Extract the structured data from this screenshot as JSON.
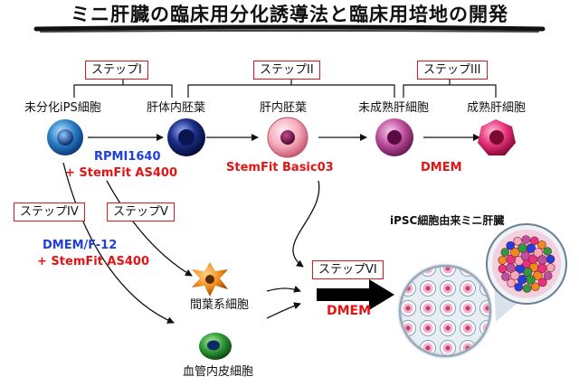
{
  "title": "ミニ肝臓の臨床用分化誘導法と臨床用培地の開発",
  "steps": {
    "step1": "ステップI",
    "step2": "ステップII",
    "step3": "ステップIII",
    "step4": "ステップIV",
    "step5": "ステップV",
    "step6": "ステップVI"
  },
  "cells": {
    "ips": "未分化iPS細胞",
    "endoderm": "肝体内胚葉",
    "hepatic_endoderm": "肝内胚葉",
    "immature_hepatocyte": "未成熟肝細胞",
    "mature_hepatocyte": "成熟肝細胞",
    "mesenchymal": "間葉系細胞",
    "endothelial": "血管内皮細胞"
  },
  "media": {
    "rpmi": "RPMI1640",
    "stemfit_as400_1": "+ StemFit AS400",
    "stemfit_basic03": "StemFit Basic03",
    "dmem_1": "DMEM",
    "dmem_f12": "DMEM/F-12",
    "stemfit_as400_2": "+ StemFit AS400",
    "dmem_2": "DMEM"
  },
  "ipsc_liver_label": "iPSC細胞由来ミニ肝臓",
  "colors": {
    "step_border": "#d61a1a",
    "red_text": "#e51414",
    "blue_text": "#1f3fe0",
    "ips_cell": "#2a7fc8",
    "endoderm_cell": "#1d2f8a",
    "hepatic_endoderm_cell": "#f5a9b8",
    "immature_cell": "#c0509e",
    "mature_cell": "#e8327a",
    "mesenchymal_cell": "#f08a1c",
    "endothelial_cell": "#2e9a3a"
  }
}
